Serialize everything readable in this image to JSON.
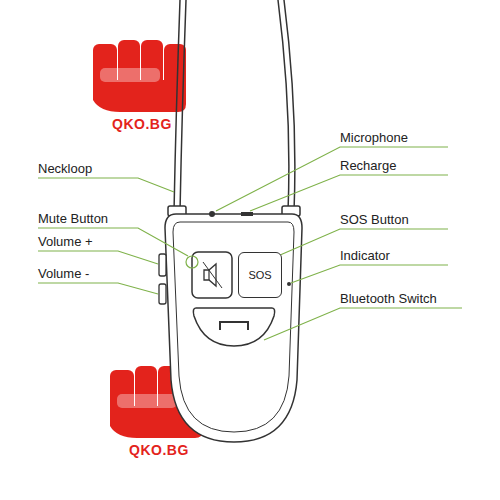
{
  "diagram": {
    "nodes": [
      {
        "text": [
          "SOS"
        ]
      }
    ],
    "labels": [
      "Neckloop",
      "Mute Button",
      "Volume +",
      "Volume -",
      "Microphone",
      "Recharge",
      "SOS Button",
      "Indicator",
      "Bluetooth Switch",
      "QKO.BG",
      "QKO.BG"
    ]
  }
}
